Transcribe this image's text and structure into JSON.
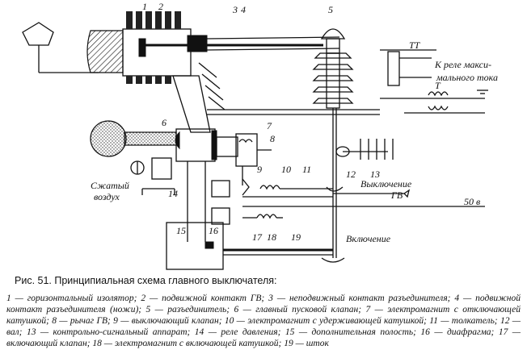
{
  "labels": {
    "n1": "1",
    "n2": "2",
    "n3": "3",
    "n4": "4",
    "n5": "5",
    "n6": "6",
    "n7": "7",
    "n8": "8",
    "n9": "9",
    "n10": "10",
    "n11": "11",
    "n12": "12",
    "n13": "13",
    "n14": "14",
    "n15": "15",
    "n16": "16",
    "n17": "17",
    "n18": "18",
    "n19": "19",
    "tt": "ТТ",
    "t": "T",
    "relay_line1": "К реле макси-",
    "relay_line2": "мального тока",
    "air_line1": "Сжатый",
    "air_line2": "воздух",
    "off_line1": "Выключение",
    "off_line2": "ГВ",
    "voltage": "50 в",
    "on": "Включение"
  },
  "caption": {
    "title": "Рис. 51. Принципиальная схема главного выключателя:",
    "legend": "1 — горизонтальный изолятор; 2 — подвижной контакт ГВ; 3 — неподвижный контакт разъединителя; 4 — подвижной контакт разъединителя (ножи); 5 — разъединитель; 6 — главный пусковой клапан; 7 — электромагнит с отключающей катушкой; 8 — рычаг ГВ; 9 — выключающий клапан; 10 — электромагнит с удерживающей катушкой; 11 — толкатель; 12 — вал; 13 — контрольно-сигнальный аппарат; 14 — реле давления; 15 — дополнительная полость; 16 — диафрагма; 17 — включающий клапан; 18 — электромагнит с включающей катушкой; 19 — шток"
  }
}
